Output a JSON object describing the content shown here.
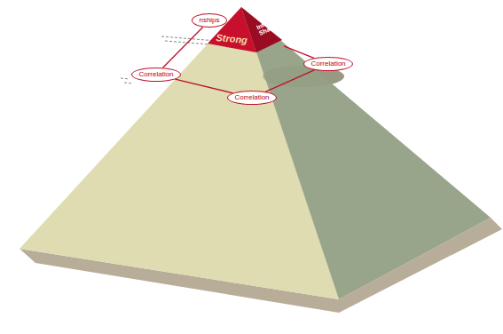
{
  "diagram": {
    "nodes": [
      {
        "text": [
          "Strong",
          "Info Sharing"
        ]
      },
      {
        "text": [
          "nships"
        ]
      },
      {
        "text": [
          "Correlation"
        ]
      },
      {
        "text": [
          "Correlation"
        ]
      },
      {
        "text": [
          "Correlation"
        ]
      }
    ],
    "edges": [
      {
        "from": 1,
        "to": 2,
        "arrow": "none"
      },
      {
        "from": 2,
        "to": 4,
        "arrow": "none"
      },
      {
        "from": 4,
        "to": 3,
        "arrow": "none"
      },
      {
        "from": 3,
        "to": 0,
        "arrow": "none"
      }
    ]
  }
}
